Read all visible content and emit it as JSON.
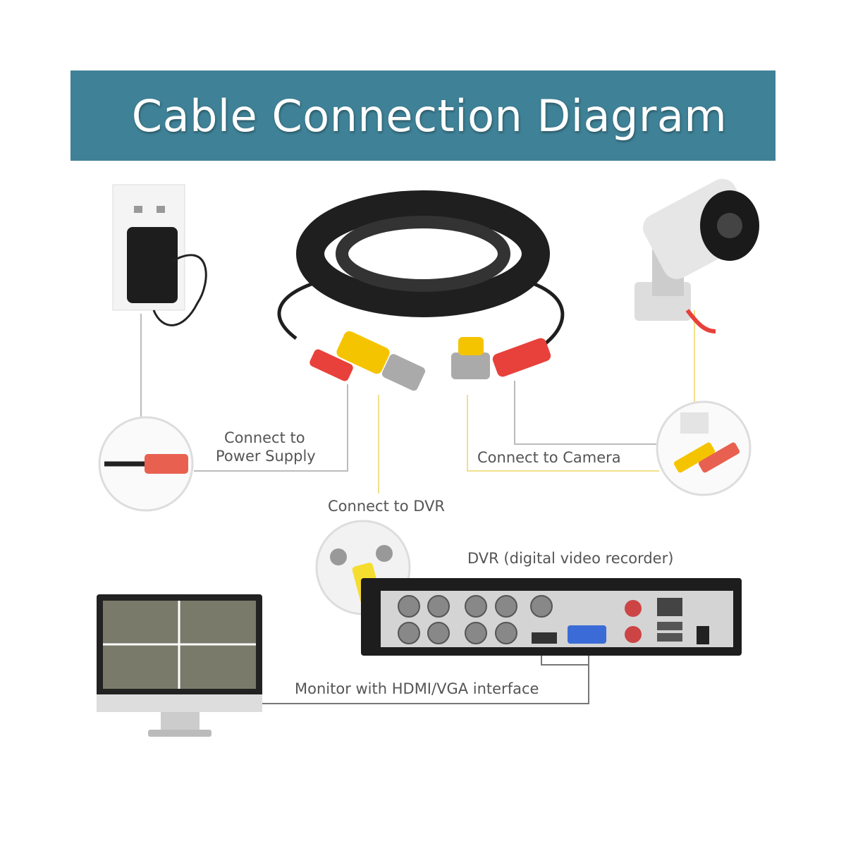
{
  "title": "Cable Connection Diagram",
  "labels": {
    "power_line1": "Connect to",
    "power_line2": "Power Supply",
    "camera": "Connect to Camera",
    "dvr": "Connect to DVR",
    "dvr_device": "DVR (digital video recorder)",
    "monitor": "Monitor with HDMI/VGA interface"
  },
  "colors": {
    "banner": "#3f8196",
    "line_gray": "#b5b5b5",
    "line_yellow": "#f0e08a",
    "plug_red": "#e8403a",
    "plug_yellow": "#f5c400"
  }
}
